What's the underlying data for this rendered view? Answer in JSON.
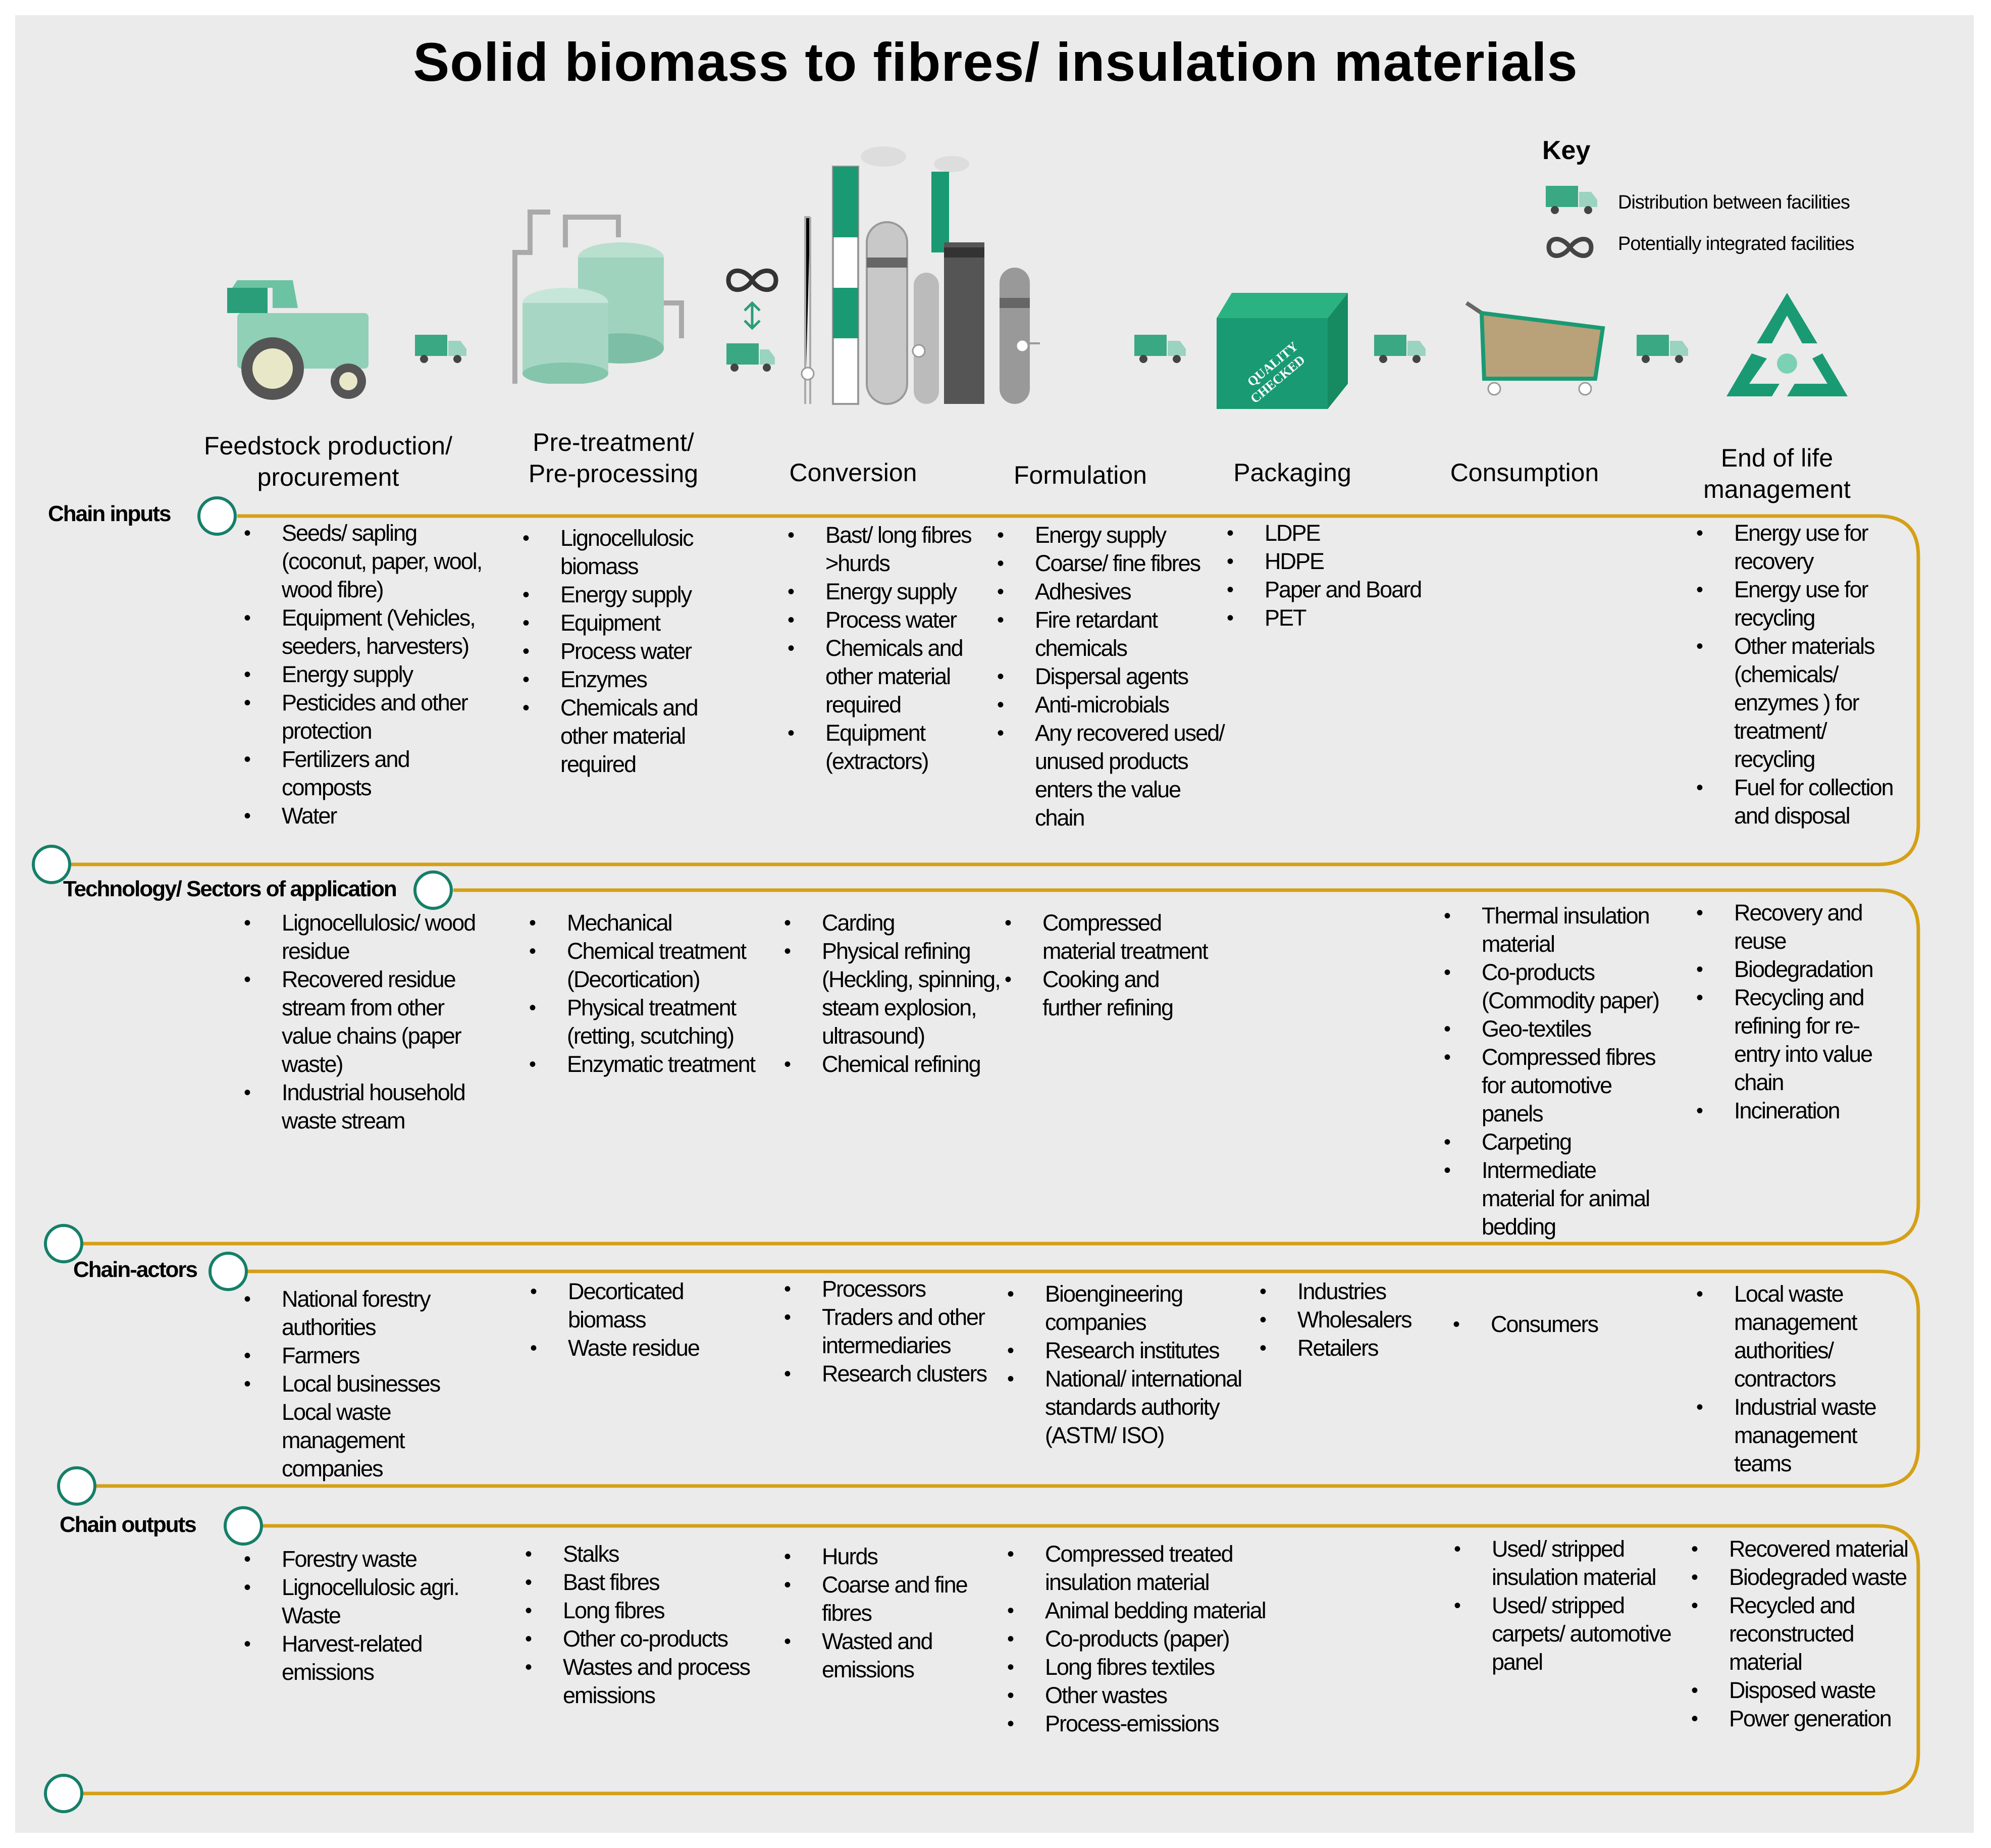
{
  "title": "Solid biomass to fibres/ insulation materials",
  "key": {
    "title": "Key",
    "items": [
      {
        "icon": "truck-icon",
        "label": "Distribution between facilities"
      },
      {
        "icon": "infinity-icon",
        "label": "Potentially integrated facilities"
      }
    ]
  },
  "colors": {
    "accent": "#d4a017",
    "green": "#1a9a72",
    "circle": "#157f68",
    "background": "#ebebeb"
  },
  "stages": [
    {
      "lines": [
        "Feedstock production/",
        "procurement"
      ]
    },
    {
      "lines": [
        "Pre-treatment/",
        "Pre-processing"
      ]
    },
    {
      "lines": [
        "Conversion"
      ]
    },
    {
      "lines": [
        "Formulation"
      ]
    },
    {
      "lines": [
        "Packaging"
      ]
    },
    {
      "lines": [
        "Consumption"
      ]
    },
    {
      "lines": [
        "End of life",
        "management"
      ]
    }
  ],
  "sections": [
    {
      "label": "Chain inputs",
      "columns": [
        [
          "Seeds/ sapling (coconut, paper, wool, wood fibre)",
          "Equipment (Vehicles, seeders, harvesters)",
          "Energy supply",
          "Pesticides and other protection",
          "Fertilizers and composts",
          "Water"
        ],
        [
          "Lignocellulosic biomass",
          "Energy supply",
          "Equipment",
          "Process water",
          "Enzymes",
          "Chemicals and other material required"
        ],
        [
          "Bast/ long fibres >hurds",
          "Energy supply",
          "Process water",
          "Chemicals and other material required",
          "Equipment (extractors)"
        ],
        [
          "Energy supply",
          "Coarse/ fine fibres",
          "Adhesives",
          "Fire retardant chemicals",
          "Dispersal agents",
          "Anti-microbials",
          "Any recovered used/ unused products enters the value chain"
        ],
        [
          "LDPE",
          "HDPE",
          "Paper and Board",
          "PET"
        ],
        [],
        [
          "Energy use for recovery",
          "Energy use for recycling",
          "Other materials (chemicals/ enzymes ) for treatment/ recycling",
          "Fuel for collection and disposal"
        ]
      ]
    },
    {
      "label": "Technology/ Sectors of application",
      "columns": [
        [
          "Lignocellulosic/ wood residue",
          "Recovered residue stream from other value chains (paper waste)",
          "Industrial household waste stream"
        ],
        [
          "Mechanical",
          "Chemical treatment (Decortication)",
          "Physical treatment (retting, scutching)",
          "Enzymatic treatment"
        ],
        [
          "Carding",
          "Physical refining (Heckling, spinning, steam explosion, ultrasound)",
          "Chemical refining"
        ],
        [
          "Compressed material treatment",
          "Cooking and further refining"
        ],
        [],
        [
          "Thermal insulation material",
          "Co-products (Commodity paper)",
          "Geo-textiles",
          "Compressed fibres for automotive panels",
          "Carpeting",
          "Intermediate material for animal bedding"
        ],
        [
          "Recovery and reuse",
          "Biodegradation",
          "Recycling and refining for re-entry into value chain",
          "Incineration"
        ]
      ]
    },
    {
      "label": "Chain-actors",
      "columns": [
        [
          "National forestry authorities",
          "Farmers",
          "Local businesses Local waste management companies"
        ],
        [
          "Decorticated biomass",
          "Waste residue"
        ],
        [
          "Processors",
          "Traders and other intermediaries",
          "Research clusters"
        ],
        [
          "Bioengineering companies",
          "Research institutes",
          "National/ international standards authority (ASTM/ ISO)"
        ],
        [
          "Industries",
          "Wholesalers",
          "Retailers"
        ],
        [
          "Consumers"
        ],
        [
          "Local waste management authorities/ contractors",
          "Industrial waste management teams"
        ]
      ]
    },
    {
      "label": "Chain outputs",
      "columns": [
        [
          "Forestry waste",
          "Lignocellulosic agri. Waste",
          "Harvest-related emissions"
        ],
        [
          "Stalks",
          "Bast fibres",
          "Long fibres",
          "Other co-products",
          "Wastes and process emissions"
        ],
        [
          "Hurds",
          "Coarse and fine fibres",
          "Wasted and emissions"
        ],
        [
          "Compressed treated insulation material",
          "Animal bedding material",
          "Co-products (paper)",
          "Long fibres textiles",
          "Other wastes",
          "Process-emissions"
        ],
        [],
        [
          "Used/ stripped insulation material",
          "Used/ stripped carpets/ automotive panel"
        ],
        [
          "Recovered material",
          "Biodegraded waste",
          "Recycled and reconstructed material",
          "Disposed waste",
          "Power generation"
        ]
      ]
    }
  ]
}
